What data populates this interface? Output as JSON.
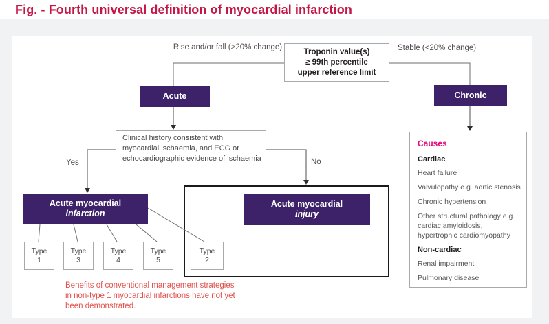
{
  "page": {
    "title": "Fig. - Fourth universal definition of myocardial infarction"
  },
  "colors": {
    "title_red": "#c41747",
    "node_purple": "#3d2269",
    "causes_pink": "#e20a7d",
    "note_red": "#e2504c",
    "line_gray": "#6d6e71",
    "background_gray": "#f1f2f3"
  },
  "flowchart": {
    "troponin_box": {
      "line1": "Troponin value(s)",
      "line2": "≥ 99th percentile",
      "line3": "upper reference limit"
    },
    "branch_left_label": "Rise and/or fall (>20% change)",
    "branch_right_label": "Stable (<20% change)",
    "acute_label": "Acute",
    "chronic_label": "Chronic",
    "clinical_box": {
      "line1": "Clinical history consistent with",
      "line2": "myocardial ischaemia, and ECG or",
      "line3": "echocardiographic evidence of ischaemia"
    },
    "yes_label": "Yes",
    "no_label": "No",
    "infarction_box": {
      "line1": "Acute myocardial",
      "line2": "infarction"
    },
    "injury_box": {
      "line1": "Acute myocardial",
      "line2": "injury"
    },
    "type_boxes": [
      {
        "label": "Type",
        "number": "1"
      },
      {
        "label": "Type",
        "number": "3"
      },
      {
        "label": "Type",
        "number": "4"
      },
      {
        "label": "Type",
        "number": "5"
      },
      {
        "label": "Type",
        "number": "2"
      }
    ],
    "note_lines": {
      "line1": "Benefits of conventional management strategies",
      "line2": "in non-type 1 myocardial infarctions have not yet",
      "line3": "been demonstrated."
    },
    "causes_panel": {
      "heading": "Causes",
      "groups": [
        {
          "title": "Cardiac",
          "items": [
            "Heart failure",
            "Valvulopathy e.g. aortic stenosis",
            "Chronic hypertension",
            "Other structural pathology e.g. cardiac amyloidosis, hypertrophic cardiomyopathy"
          ]
        },
        {
          "title": "Non-cardiac",
          "items": [
            "Renal impairment",
            "Pulmonary disease"
          ]
        }
      ]
    }
  }
}
